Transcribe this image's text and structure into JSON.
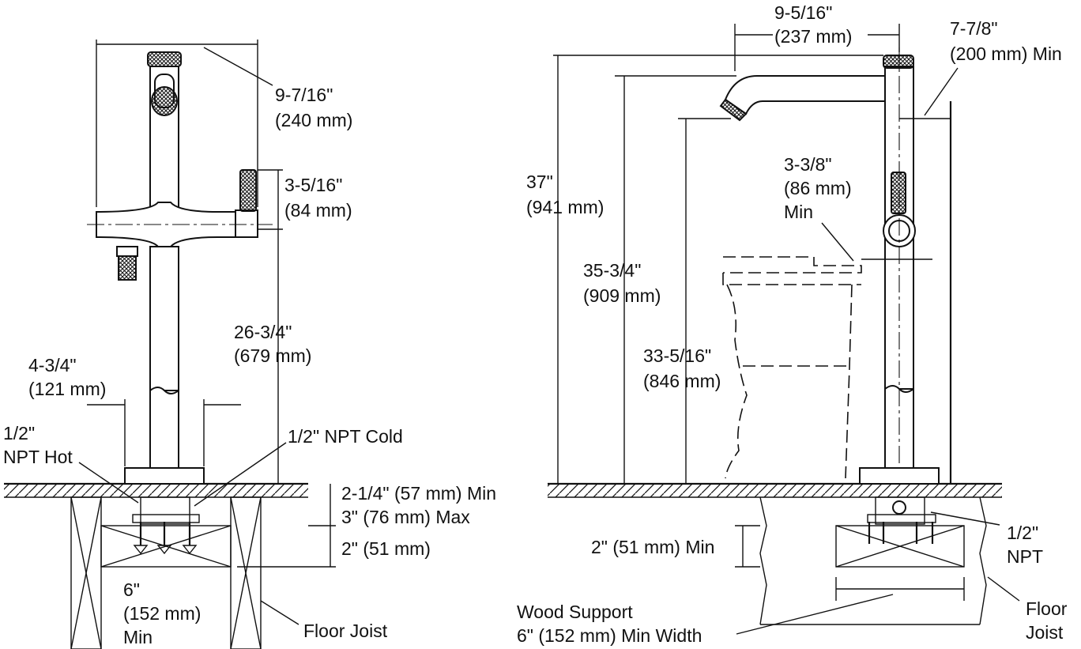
{
  "left": {
    "dim_width_in": "9-7/16\"",
    "dim_width_mm": "(240 mm)",
    "dim_handle_in": "3-5/16\"",
    "dim_handle_mm": "(84 mm)",
    "dim_height_in": "26-3/4\"",
    "dim_height_mm": "(679 mm)",
    "dim_base_in": "4-3/4\"",
    "dim_base_mm": "(121 mm)",
    "hot_line1": "1/2\"",
    "hot_line2": "NPT Hot",
    "cold": "1/2\" NPT Cold",
    "dim_floor_min": "2-1/4\" (57 mm) Min",
    "dim_floor_max": "3\" (76 mm) Max",
    "dim_support": "2\" (51 mm)",
    "joist_space_line1": "6\"",
    "joist_space_line2": "(152 mm)",
    "joist_space_line3": "Min",
    "floor_joist": "Floor Joist"
  },
  "right": {
    "dim_reach_in": "9-5/16\"",
    "dim_reach_mm": "(237 mm)",
    "dim_wall_in": "7-7/8\"",
    "dim_wall_mm": "(200 mm) Min",
    "dim_total_in": "37\"",
    "dim_total_mm": "(941 mm)",
    "dim_spout_in": "35-3/4\"",
    "dim_spout_mm": "(909 mm)",
    "dim_outlet_in": "33-5/16\"",
    "dim_outlet_mm": "(846 mm)",
    "dim_rim_line1": "3-3/8\"",
    "dim_rim_line2": "(86 mm)",
    "dim_rim_line3": "Min",
    "npt_line1": "1/2\"",
    "npt_line2": "NPT",
    "dim_support_min": "2\" (51 mm) Min",
    "wood_line1": "Wood Support",
    "wood_line2": "6\" (152 mm) Min Width",
    "floor_line1": "Floor",
    "floor_line2": "Joist"
  }
}
